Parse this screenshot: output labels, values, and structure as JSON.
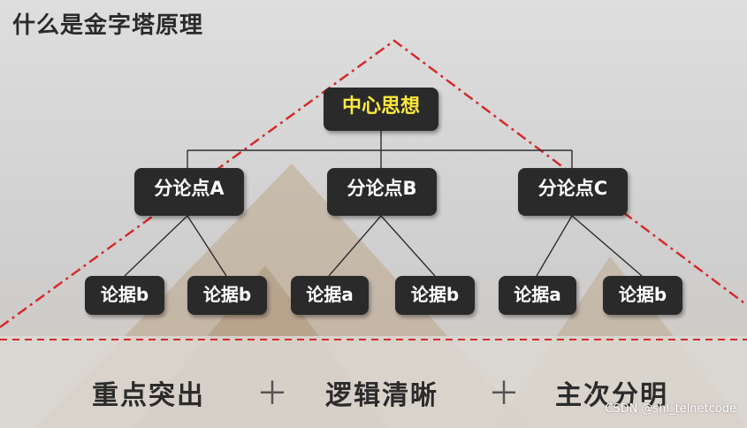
{
  "title": "什么是金字塔原理",
  "root": "中心思想",
  "points": [
    {
      "label": "分论点A",
      "leaves": [
        "论据b",
        "论据b"
      ]
    },
    {
      "label": "分论点B",
      "leaves": [
        "论据a",
        "论据b"
      ]
    },
    {
      "label": "分论点C",
      "leaves": [
        "论据a",
        "论据b"
      ]
    }
  ],
  "footer": {
    "item1": "重点突出",
    "plus1": "＋",
    "item2": "逻辑清晰",
    "plus2": "＋",
    "item3": "主次分明"
  },
  "watermark": "CSDN @shl_telnetcode",
  "colors": {
    "node_bg": "#2a2a2a",
    "root_text": "#ffe940",
    "dash_line": "#d62b2b"
  }
}
